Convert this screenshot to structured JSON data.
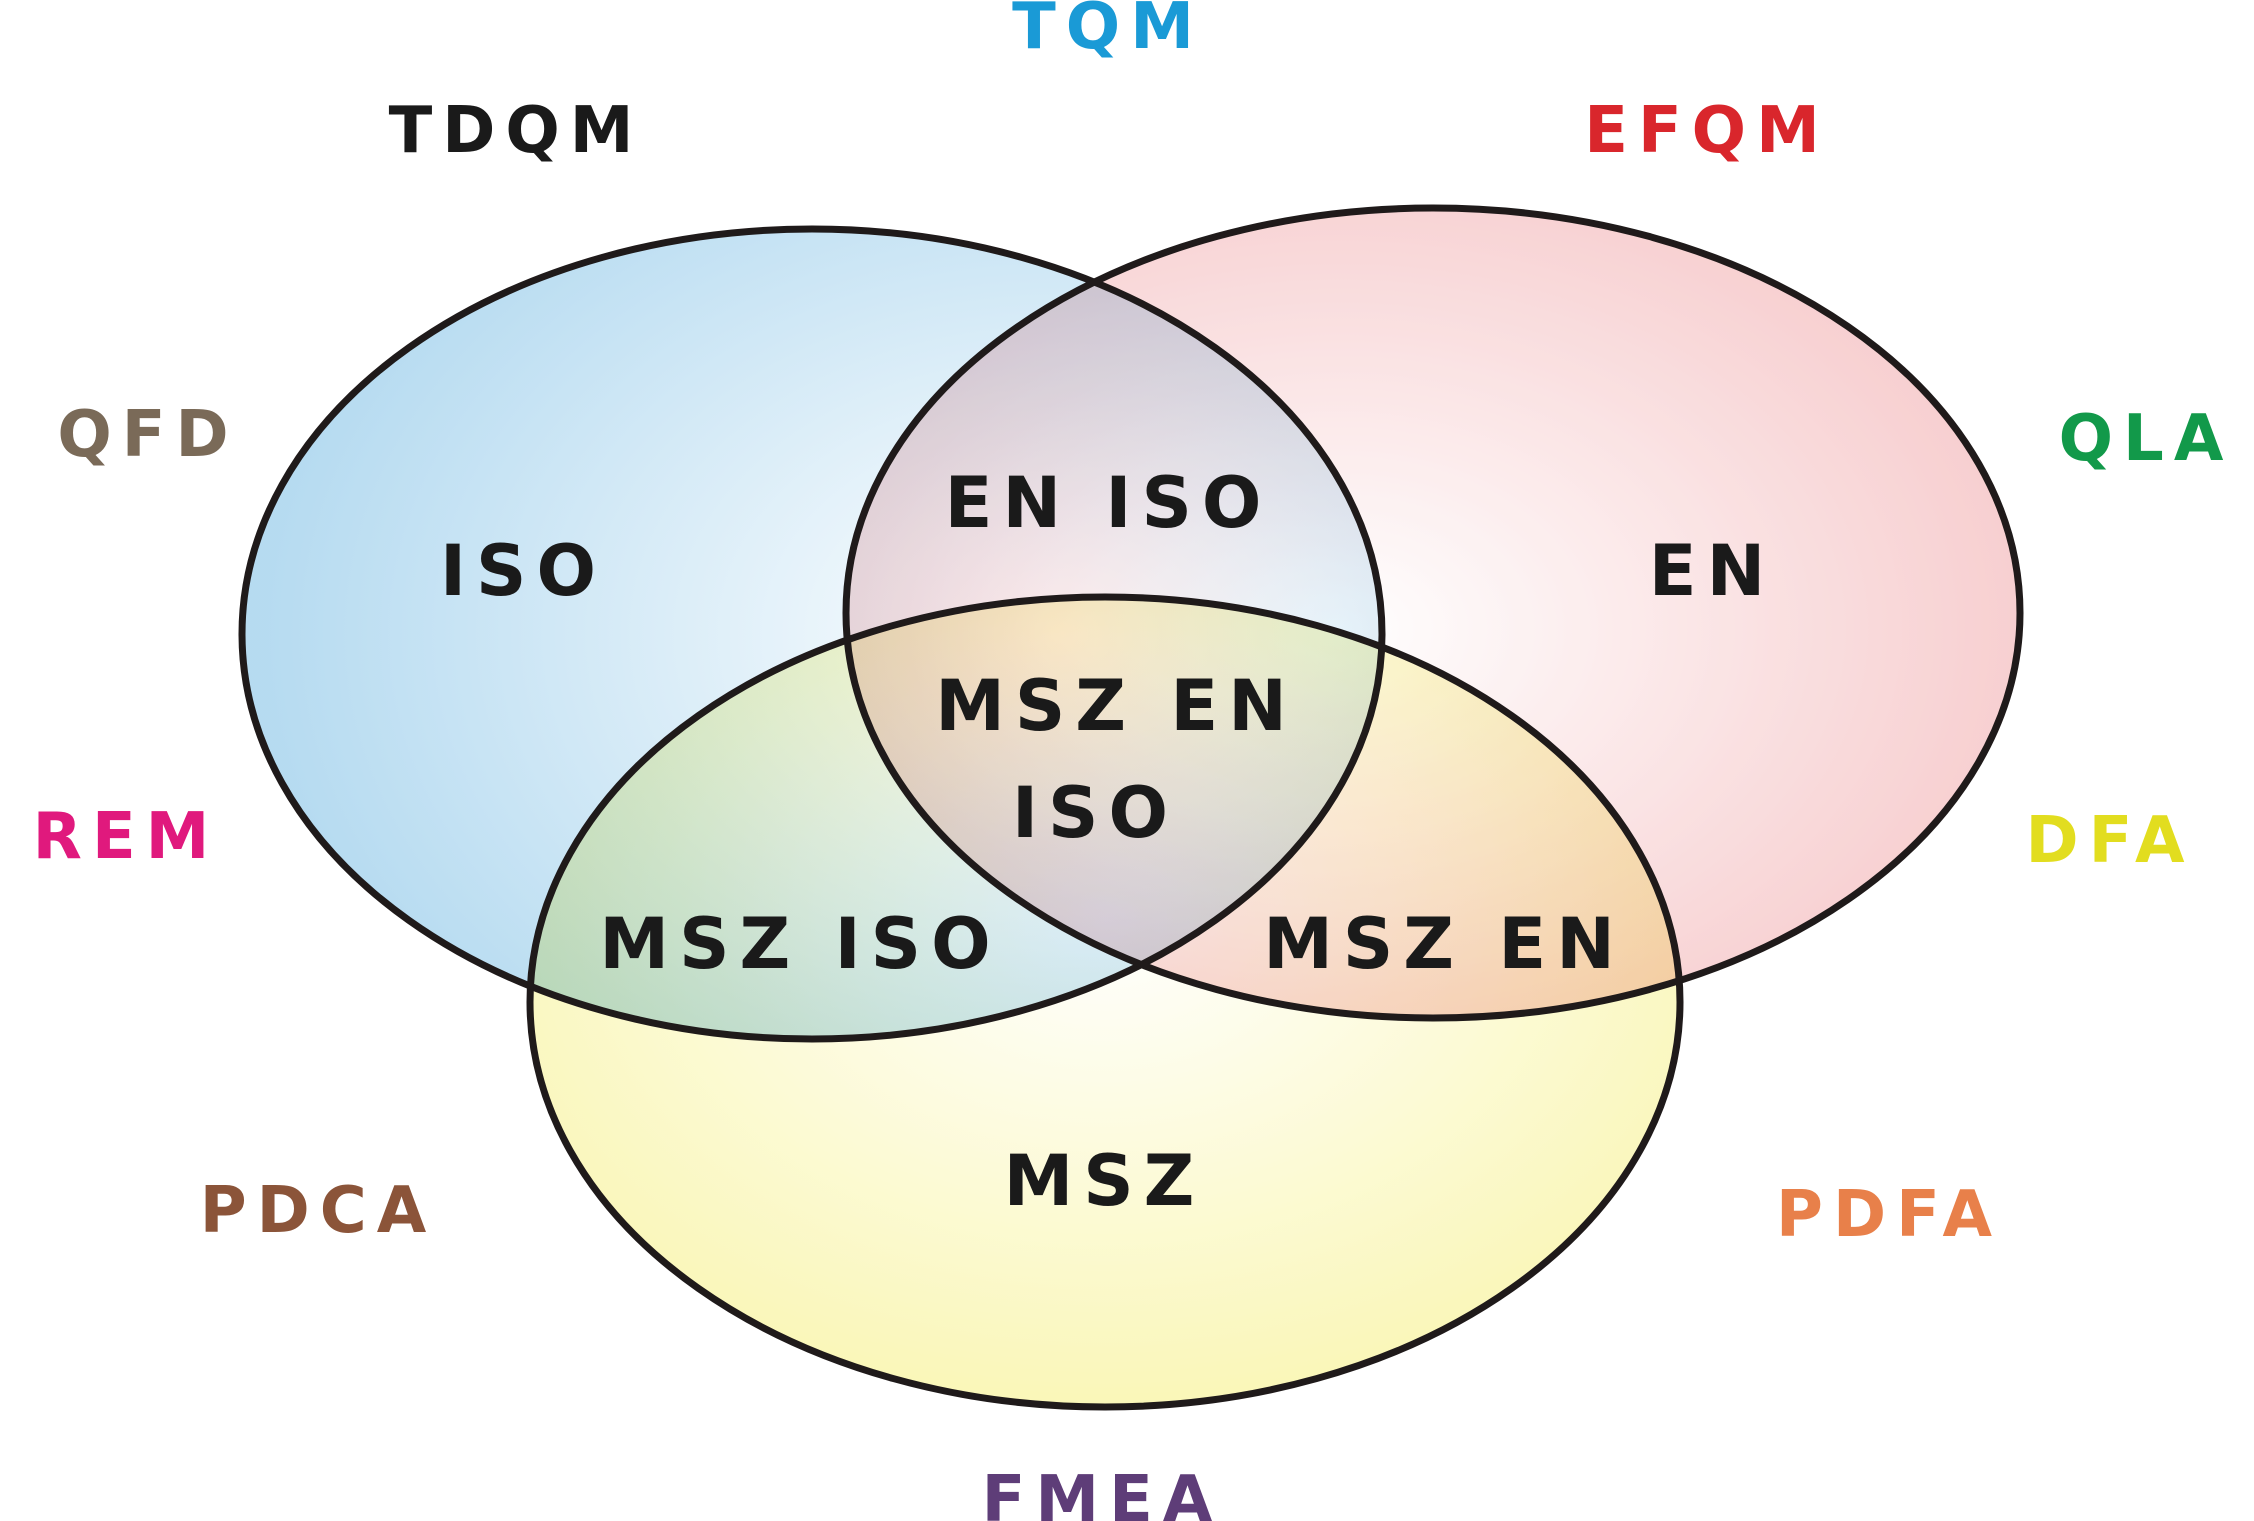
{
  "diagram": {
    "sets": [
      {
        "id": "iso",
        "label": "ISO",
        "fill": "#aed7ef"
      },
      {
        "id": "en",
        "label": "EN",
        "fill": "#f3b5b7"
      },
      {
        "id": "msz",
        "label": "MSZ",
        "fill": "#f7f290"
      }
    ],
    "intersections": {
      "iso_en": "EN ISO",
      "iso_msz": "MSZ ISO",
      "en_msz": "MSZ EN",
      "all_line1": "MSZ EN",
      "all_line2": "ISO"
    },
    "outer_labels": {
      "tqm": {
        "text": "TQM",
        "color": "#1a9ad6"
      },
      "tdqm": {
        "text": "TDQM",
        "color": "#1a1a1a"
      },
      "efqm": {
        "text": "EFQM",
        "color": "#d9262c"
      },
      "qfd": {
        "text": "QFD",
        "color": "#7a6a58"
      },
      "qla": {
        "text": "QLA",
        "color": "#12994a"
      },
      "rem": {
        "text": "REM",
        "color": "#e0197d"
      },
      "dfa": {
        "text": "DFA",
        "color": "#e2dd1f"
      },
      "pdca": {
        "text": "PDCA",
        "color": "#8b5439"
      },
      "pdfa": {
        "text": "PDFA",
        "color": "#e8804a"
      },
      "fmea": {
        "text": "FMEA",
        "color": "#5e3d78"
      }
    }
  }
}
